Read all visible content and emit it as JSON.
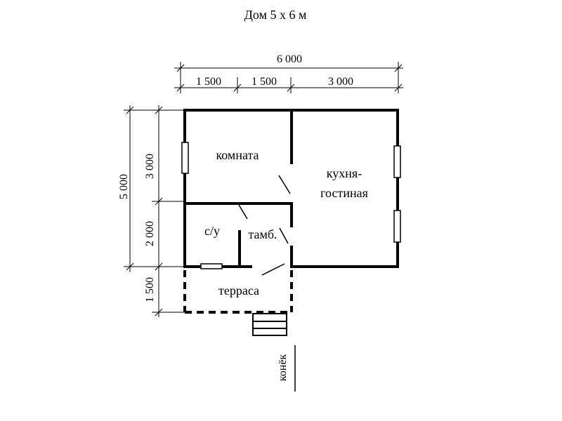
{
  "title": "Дом 5 х 6 м",
  "dimensions": {
    "total_width": "6 000",
    "seg1": "1 500",
    "seg2": "1 500",
    "seg3": "3 000",
    "total_depth": "5 000",
    "depth1": "3 000",
    "depth2": "2 000",
    "depth3": "1 500"
  },
  "rooms": {
    "komnata": "комната",
    "kuhnya_1": "кухня-",
    "kuhnya_2": "гостиная",
    "su": "с/у",
    "tambur": "тамб.",
    "terrasa": "терраса"
  },
  "ridge_label": "конёк"
}
